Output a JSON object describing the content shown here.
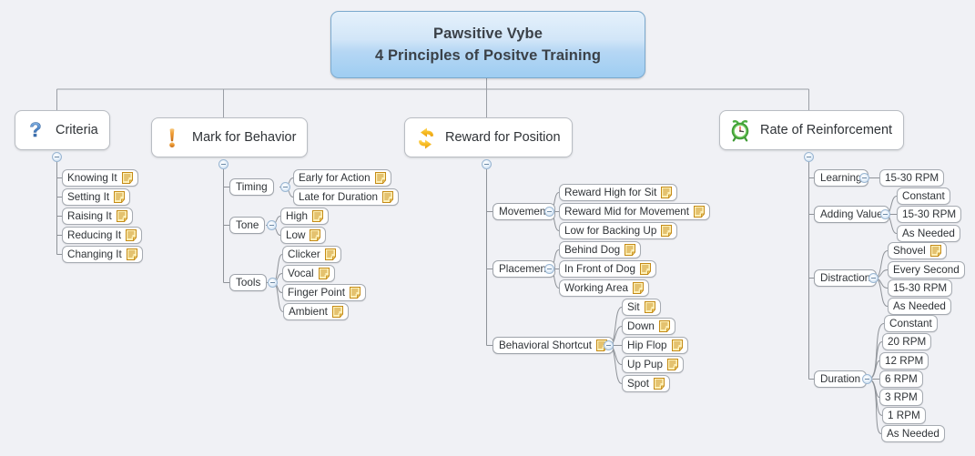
{
  "canvas": {
    "background": "#f0f1f5",
    "accent": "#9ecdf2"
  },
  "root": {
    "line1": "Pawsitive Vybe",
    "line2": "4 Principles of Positve Training"
  },
  "branches": [
    {
      "id": "criteria",
      "label": "Criteria",
      "icon": "question-mark-icon",
      "icon_color": "#3a74c4",
      "children": [
        {
          "label": "Knowing It",
          "note": true
        },
        {
          "label": "Setting It",
          "note": true
        },
        {
          "label": "Raising It",
          "note": true
        },
        {
          "label": "Reducing It",
          "note": true
        },
        {
          "label": "Changing It",
          "note": true
        }
      ]
    },
    {
      "id": "mark-for-behavior",
      "label": "Mark for Behavior",
      "icon": "exclamation-mark-icon",
      "icon_color": "#e8962a",
      "groups": [
        {
          "label": "Timing",
          "children": [
            {
              "label": "Early for Action",
              "note": true
            },
            {
              "label": "Late for Duration",
              "note": true
            }
          ]
        },
        {
          "label": "Tone",
          "children": [
            {
              "label": "High",
              "note": true
            },
            {
              "label": "Low",
              "note": true
            }
          ]
        },
        {
          "label": "Tools",
          "children": [
            {
              "label": "Clicker",
              "note": true
            },
            {
              "label": "Vocal",
              "note": true
            },
            {
              "label": "Finger Point",
              "note": true
            },
            {
              "label": "Ambient",
              "note": true
            }
          ]
        }
      ]
    },
    {
      "id": "reward-for-position",
      "label": "Reward for Position",
      "icon": "cycle-arrows-icon",
      "icon_color": "#f5b521",
      "groups": [
        {
          "label": "Movement",
          "children": [
            {
              "label": "Reward High for Sit",
              "note": true
            },
            {
              "label": "Reward Mid for Movement",
              "note": true
            },
            {
              "label": "Low for Backing Up",
              "note": true
            }
          ]
        },
        {
          "label": "Placement",
          "children": [
            {
              "label": "Behind Dog",
              "note": true
            },
            {
              "label": "In Front of Dog",
              "note": true
            },
            {
              "label": "Working Area",
              "note": true
            }
          ]
        },
        {
          "label": "Behavioral Shortcut",
          "note": true,
          "children": [
            {
              "label": "Sit",
              "note": true
            },
            {
              "label": "Down",
              "note": true
            },
            {
              "label": "Hip Flop",
              "note": true
            },
            {
              "label": "Up Pup",
              "note": true
            },
            {
              "label": "Spot",
              "note": true
            }
          ]
        }
      ]
    },
    {
      "id": "rate-of-reinforcement",
      "label": "Rate of Reinforcement",
      "icon": "alarm-clock-icon",
      "icon_color": "#4caf3f",
      "groups": [
        {
          "label": "Learning",
          "children": [
            {
              "label": "15-30 RPM",
              "note": false
            }
          ]
        },
        {
          "label": "Adding Value",
          "children": [
            {
              "label": "Constant",
              "note": false
            },
            {
              "label": "15-30 RPM",
              "note": false
            },
            {
              "label": "As Needed",
              "note": false
            }
          ]
        },
        {
          "label": "Distraction",
          "children": [
            {
              "label": "Shovel",
              "note": true
            },
            {
              "label": "Every Second",
              "note": false
            },
            {
              "label": "15-30 RPM",
              "note": false
            },
            {
              "label": "As Needed",
              "note": false
            }
          ]
        },
        {
          "label": "Duration",
          "children": [
            {
              "label": "Constant",
              "note": false
            },
            {
              "label": "20 RPM",
              "note": false
            },
            {
              "label": "12 RPM",
              "note": false
            },
            {
              "label": "6 RPM",
              "note": false
            },
            {
              "label": "3 RPM",
              "note": false
            },
            {
              "label": "1 RPM",
              "note": false
            },
            {
              "label": "As Needed",
              "note": false
            }
          ]
        }
      ]
    }
  ]
}
